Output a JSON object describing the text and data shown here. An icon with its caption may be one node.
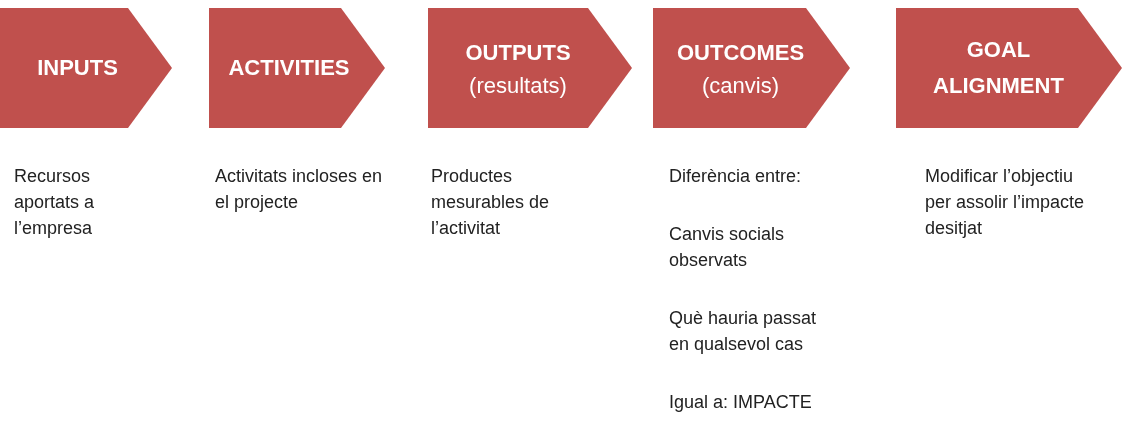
{
  "diagram": {
    "nodes": [
      {
        "text": [
          "INPUTS"
        ],
        "beside": [
          "Recursos aportats a l’empresa"
        ]
      },
      {
        "text": [
          "ACTIVITIES"
        ],
        "beside": [
          "Activitats incloses en el projecte"
        ]
      },
      {
        "text": [
          "OUTPUTS",
          "(resultats)"
        ],
        "beside": [
          "Productes mesurables de l’activitat"
        ]
      },
      {
        "text": [
          "OUTCOMES",
          "(canvis)"
        ],
        "beside": [
          "Diferència entre:",
          "Canvis socials observats",
          "Què hauria passat en qualsevol cas",
          "Igual a: IMPACTE"
        ]
      },
      {
        "text": [
          "GOAL ALIGNMENT"
        ],
        "beside": [
          "Modificar l’objectiu per assolir l’impacte desitjat"
        ]
      }
    ]
  }
}
